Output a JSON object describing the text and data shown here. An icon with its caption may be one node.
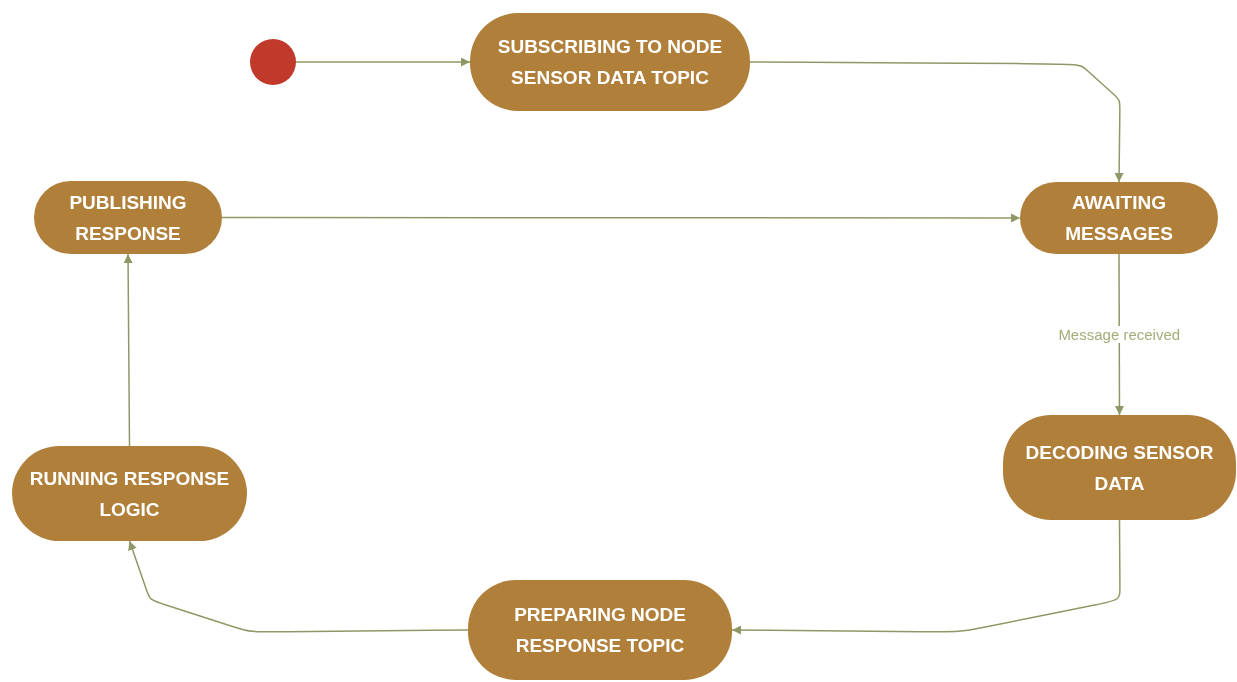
{
  "diagram": {
    "nodes": [
      {
        "text": [],
        "shape": "circle"
      },
      {
        "text": [
          "SUBSCRIBING TO NODE SENSOR DATA TOPIC"
        ]
      },
      {
        "text": [
          "AWAITING MESSAGES"
        ]
      },
      {
        "text": [
          "DECODING SENSOR DATA"
        ]
      },
      {
        "text": [
          "PREPARING NODE RESPONSE TOPIC"
        ]
      },
      {
        "text": [
          "RUNNING RESPONSE LOGIC"
        ]
      },
      {
        "text": [
          "PUBLISHING RESPONSE"
        ]
      }
    ],
    "edges": [
      {
        "from": 0,
        "to": 1,
        "arrow": "to"
      },
      {
        "from": 1,
        "to": 2,
        "arrow": "to"
      },
      {
        "from": 2,
        "to": 3,
        "arrow": "to",
        "label": "Message received"
      },
      {
        "from": 3,
        "to": 4,
        "arrow": "to"
      },
      {
        "from": 4,
        "to": 5,
        "arrow": "to"
      },
      {
        "from": 5,
        "to": 6,
        "arrow": "to"
      },
      {
        "from": 6,
        "to": 2,
        "arrow": "to"
      }
    ]
  }
}
